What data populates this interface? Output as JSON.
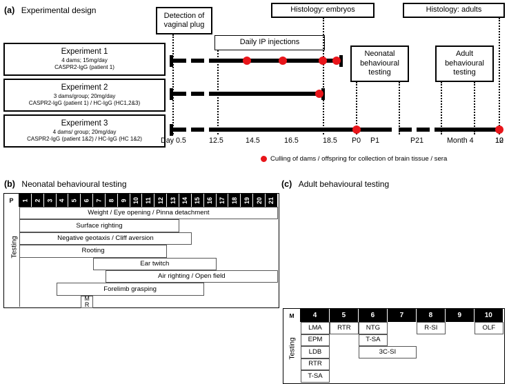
{
  "panels": {
    "a": {
      "letter": "(a)",
      "title": "Experimental design"
    },
    "b": {
      "letter": "(b)",
      "title": "Neonatal behavioural testing"
    },
    "c": {
      "letter": "(c)",
      "title": "Adult behavioural testing"
    }
  },
  "experiments": [
    {
      "title": "Experiment 1",
      "line2": "4 dams; 15mg/day",
      "line3": "CASPR2-IgG (patient 1)"
    },
    {
      "title": "Experiment 2",
      "line2": "3 dams/group; 20mg/day",
      "line3": "CASPR2-IgG (patient 1) / HC-IgG (HC1,2&3)"
    },
    {
      "title": "Experiment 3",
      "line2": "4 dams/ group; 20mg/day",
      "line3": "CASPR2-IgG (patient 1&2) / HC-IgG (HC 1&2)"
    }
  ],
  "event_boxes": {
    "detection": "Detection of\nvaginal plug",
    "detection_l1": "Detection of",
    "detection_l2": "vaginal plug",
    "daily_injections": "Daily IP injections",
    "histology_embryos": "Histology: embryos",
    "histology_adults": "Histology: adults",
    "neonatal_l1": "Neonatal",
    "neonatal_l2": "behavioural",
    "neonatal_l3": "testing",
    "adult_l1": "Adult",
    "adult_l2": "behavioural",
    "adult_l3": "testing"
  },
  "timeline": {
    "ticks": [
      "Day 0.5",
      "12.5",
      "14.5",
      "16.5",
      "18.5",
      "P0",
      "P1",
      "P21",
      "Month 4",
      "10",
      "12"
    ],
    "legend": "Culling of dams / offspring for collection of brain tissue / sera",
    "legend_dot_color": "#e8151a"
  },
  "chart_data": {
    "type": "timeline",
    "title": "Experimental design",
    "x_ticks": [
      "Day 0.5",
      "12.5",
      "14.5",
      "16.5",
      "18.5",
      "P0",
      "P1",
      "P21",
      "Month 4",
      "10",
      "12"
    ],
    "series": [
      {
        "name": "Experiment 1",
        "span": [
          "Day 0.5",
          "P0"
        ],
        "culling_points": [
          "14.5",
          "16.5",
          "18.5",
          "P0"
        ]
      },
      {
        "name": "Experiment 2",
        "span": [
          "Day 0.5",
          "18.5"
        ],
        "culling_points": [
          "18.5"
        ]
      },
      {
        "name": "Experiment 3",
        "span": [
          "Day 0.5",
          "12"
        ],
        "culling_points": [
          "P1",
          "12"
        ]
      }
    ],
    "annotations": [
      {
        "label": "Detection of vaginal plug",
        "at": "Day 0.5"
      },
      {
        "label": "Daily IP injections",
        "from": "12.5",
        "to": "18.5"
      },
      {
        "label": "Histology: embryos",
        "at": "18.5"
      },
      {
        "label": "Histology: adults",
        "at": "12"
      },
      {
        "label": "Neonatal behavioural testing",
        "from": "P1",
        "to": "P21"
      },
      {
        "label": "Adult behavioural testing",
        "from": "Month 4",
        "to": "10"
      }
    ]
  },
  "neonatal": {
    "side_label": "Testing",
    "header": [
      "P",
      "1",
      "2",
      "3",
      "4",
      "5",
      "6",
      "7",
      "8",
      "9",
      "10",
      "11",
      "12",
      "13",
      "14",
      "15",
      "16",
      "17",
      "18",
      "19",
      "20",
      "21"
    ],
    "rows": [
      {
        "label": "Weight / Eye opening / Pinna detachment",
        "start": 1,
        "end": 21
      },
      {
        "label": "Surface righting",
        "start": 1,
        "end": 13
      },
      {
        "label": "Negative geotaxis / Cliff aversion",
        "start": 1,
        "end": 14
      },
      {
        "label": "Rooting",
        "start": 1,
        "end": 12
      },
      {
        "label": "Ear twitch",
        "start": 7,
        "end": 16
      },
      {
        "label": "Air righting / Open field",
        "start": 8,
        "end": 21
      },
      {
        "label": "Forelimb grasping",
        "start": 4,
        "end": 15
      },
      {
        "label": "M R",
        "start": 6,
        "end": 6
      }
    ]
  },
  "adult": {
    "side_label": "Testing",
    "header": [
      "M",
      "4",
      "5",
      "6",
      "7",
      "8",
      "9",
      "10"
    ],
    "rows": [
      [
        {
          "label": "LMA",
          "start": 4,
          "end": 4
        },
        {
          "label": "RTR",
          "start": 5,
          "end": 5
        },
        {
          "label": "NTG",
          "start": 6,
          "end": 6
        },
        {
          "label": "R-SI",
          "start": 8,
          "end": 8
        },
        {
          "label": "OLF",
          "start": 10,
          "end": 10
        }
      ],
      [
        {
          "label": "EPM",
          "start": 4,
          "end": 4
        },
        {
          "label": "T-SA",
          "start": 6,
          "end": 6
        }
      ],
      [
        {
          "label": "LDB",
          "start": 4,
          "end": 4
        },
        {
          "label": "3C-SI",
          "start": 6,
          "end": 7
        }
      ],
      [
        {
          "label": "RTR",
          "start": 4,
          "end": 4
        }
      ],
      [
        {
          "label": "T-SA",
          "start": 4,
          "end": 4
        }
      ]
    ]
  }
}
